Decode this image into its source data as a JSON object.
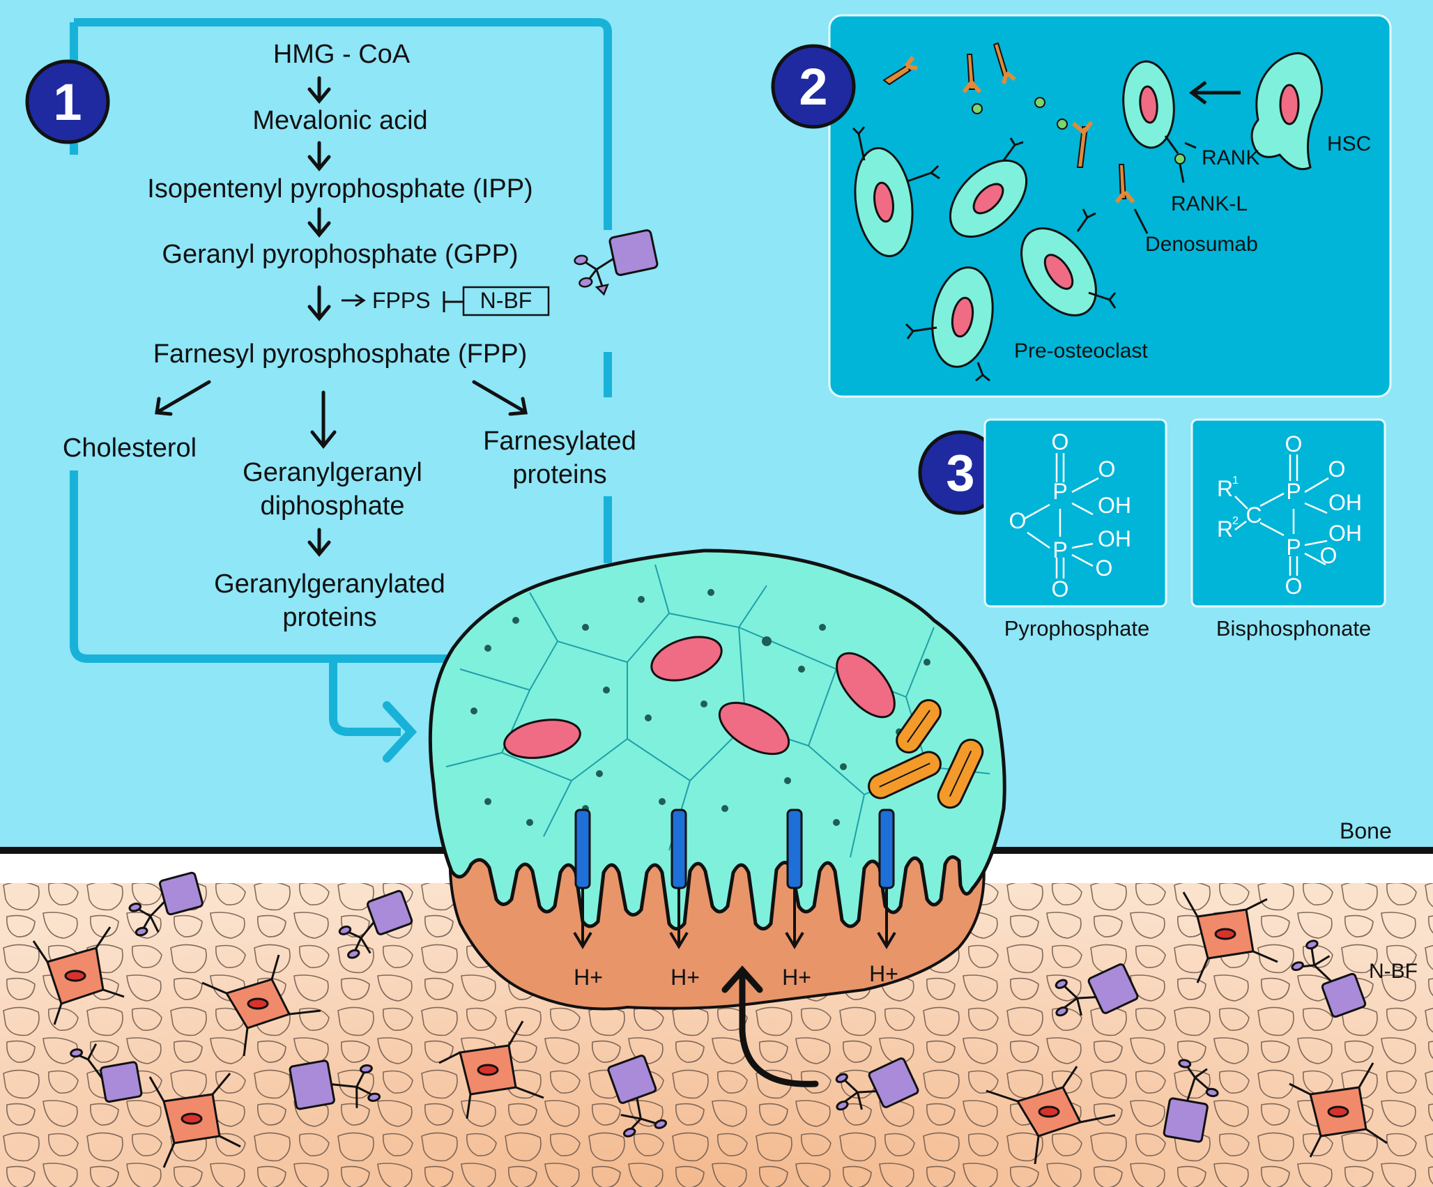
{
  "panel1": {
    "badge": "1",
    "steps": {
      "hmg": "HMG - CoA",
      "mevalonic": "Mevalonic acid",
      "ipp": "Isopentenyl pyrophosphate (IPP)",
      "gpp": "Geranyl pyrophosphate (GPP)",
      "fpps": "FPPS",
      "nbf_box": "N-BF",
      "fpp": "Farnesyl pyrosphosphate (FPP)",
      "cholesterol": "Cholesterol",
      "ggdp_line1": "Geranylgeranyl",
      "ggdp_line2": "diphosphate",
      "farn_line1": "Farnesylated",
      "farn_line2": "proteins",
      "ggp_line1": "Geranylgeranylated",
      "ggp_line2": "proteins"
    }
  },
  "panel2": {
    "badge": "2",
    "labels": {
      "rank": "RANK",
      "hsc": "HSC",
      "rankl": "RANK-L",
      "denosumab": "Denosumab",
      "preosteoclast": "Pre-osteoclast"
    }
  },
  "panel3": {
    "badge": "3",
    "pyrophosphate": {
      "caption": "Pyrophosphate",
      "atoms": [
        "O",
        "P",
        "O",
        "OH",
        "O",
        "P",
        "OH",
        "O",
        "O"
      ]
    },
    "bisphosphonate": {
      "caption": "Bisphosphonate",
      "atoms": [
        "O",
        "R",
        "1",
        "P",
        "O",
        "OH",
        "C",
        "R",
        "2",
        "P",
        "OH",
        "O",
        "O"
      ]
    }
  },
  "osteoclast": {
    "protons": [
      "H+",
      "H+",
      "H+",
      "H+"
    ]
  },
  "bone": {
    "label": "Bone",
    "nbf_label": "N-BF"
  },
  "colors": {
    "background": "#8ee6f7",
    "panel": "#00b5d8",
    "badge": "#1f2aa0",
    "cell": "#7ff0dc",
    "nucleus": "#f06b84",
    "bone": "#f6cfae",
    "resorption": "#e8956a",
    "drug": "#a98bd9",
    "mitochondria": "#f39a2a",
    "pump": "#1e6fd8"
  }
}
